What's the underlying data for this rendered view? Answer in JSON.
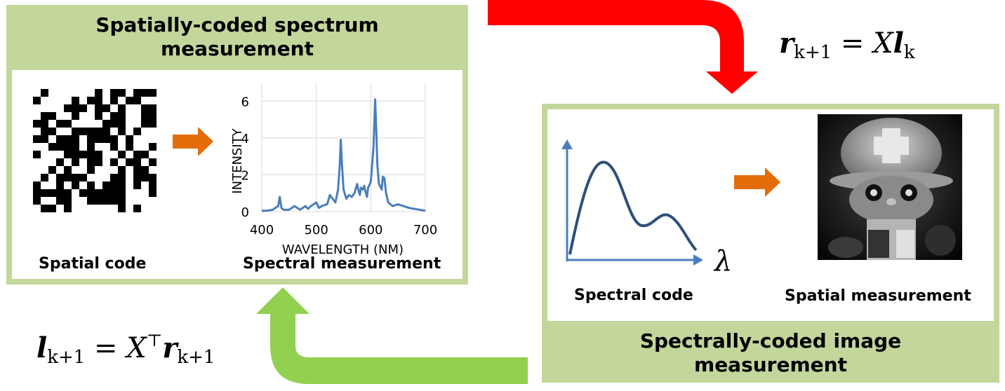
{
  "top_left": {
    "title_line1": "Spatially-coded spectrum",
    "title_line2": "measurement",
    "spatial_code_label": "Spatial code",
    "spectral_measurement_label": "Spectral measurement"
  },
  "right": {
    "title_line1": "Spectrally-coded image",
    "title_line2": "measurement",
    "spectral_code_label": "Spectral code",
    "spatial_measurement_label": "Spatial measurement",
    "lambda_symbol": "λ"
  },
  "equations": {
    "top": {
      "lhs": "r",
      "lhs_sub": "k+1",
      "op": " = ",
      "mat": "X",
      "rhs": "l",
      "rhs_sub": "k"
    },
    "bottom": {
      "lhs": "l",
      "lhs_sub": "k+1",
      "op": " = ",
      "mat": "X",
      "sup": "⊤",
      "rhs": "r",
      "rhs_sub": "k+1"
    }
  },
  "colors": {
    "panel_green": "#c3d69b",
    "red_arrow": "#ff0000",
    "green_arrow": "#92d050",
    "orange_arrow": "#e46c0a",
    "series_blue": "#4a7ebb"
  },
  "chart_data": {
    "type": "line",
    "xlabel": "WAVELENGTH (NM)",
    "ylabel": "INTENSITY",
    "xlim": [
      400,
      700
    ],
    "ylim": [
      0,
      7
    ],
    "xticks": [
      "400",
      "500",
      "600",
      "700"
    ],
    "yticks": [
      "0",
      "2",
      "4",
      "6"
    ],
    "grid": true,
    "series": [
      {
        "x": [
          400,
          410,
          420,
          425,
          430,
          433,
          436,
          440,
          450,
          460,
          470,
          480,
          485,
          490,
          500,
          505,
          510,
          520,
          525,
          530,
          535,
          540,
          543,
          545,
          547,
          550,
          555,
          560,
          565,
          570,
          575,
          578,
          580,
          582,
          585,
          588,
          590,
          593,
          595,
          600,
          605,
          608,
          610,
          612,
          615,
          620,
          622,
          625,
          628,
          632,
          640,
          650,
          660,
          670,
          680,
          690,
          700
        ],
        "y": [
          0.05,
          0.05,
          0.1,
          0.2,
          0.3,
          0.8,
          0.2,
          0.1,
          0.1,
          0.3,
          0.1,
          0.3,
          0.15,
          0.3,
          0.5,
          0.2,
          0.3,
          0.4,
          0.9,
          0.7,
          0.5,
          1.2,
          2.5,
          3.9,
          2.6,
          1.2,
          0.7,
          0.9,
          0.8,
          1.0,
          1.5,
          1.1,
          0.9,
          1.3,
          1.2,
          1.4,
          1.1,
          0.8,
          1.3,
          1.6,
          3.5,
          6.1,
          4.5,
          2.5,
          1.5,
          1.2,
          1.9,
          1.8,
          1.0,
          0.5,
          0.3,
          0.4,
          0.3,
          0.2,
          0.15,
          0.1,
          0.05
        ]
      }
    ]
  }
}
